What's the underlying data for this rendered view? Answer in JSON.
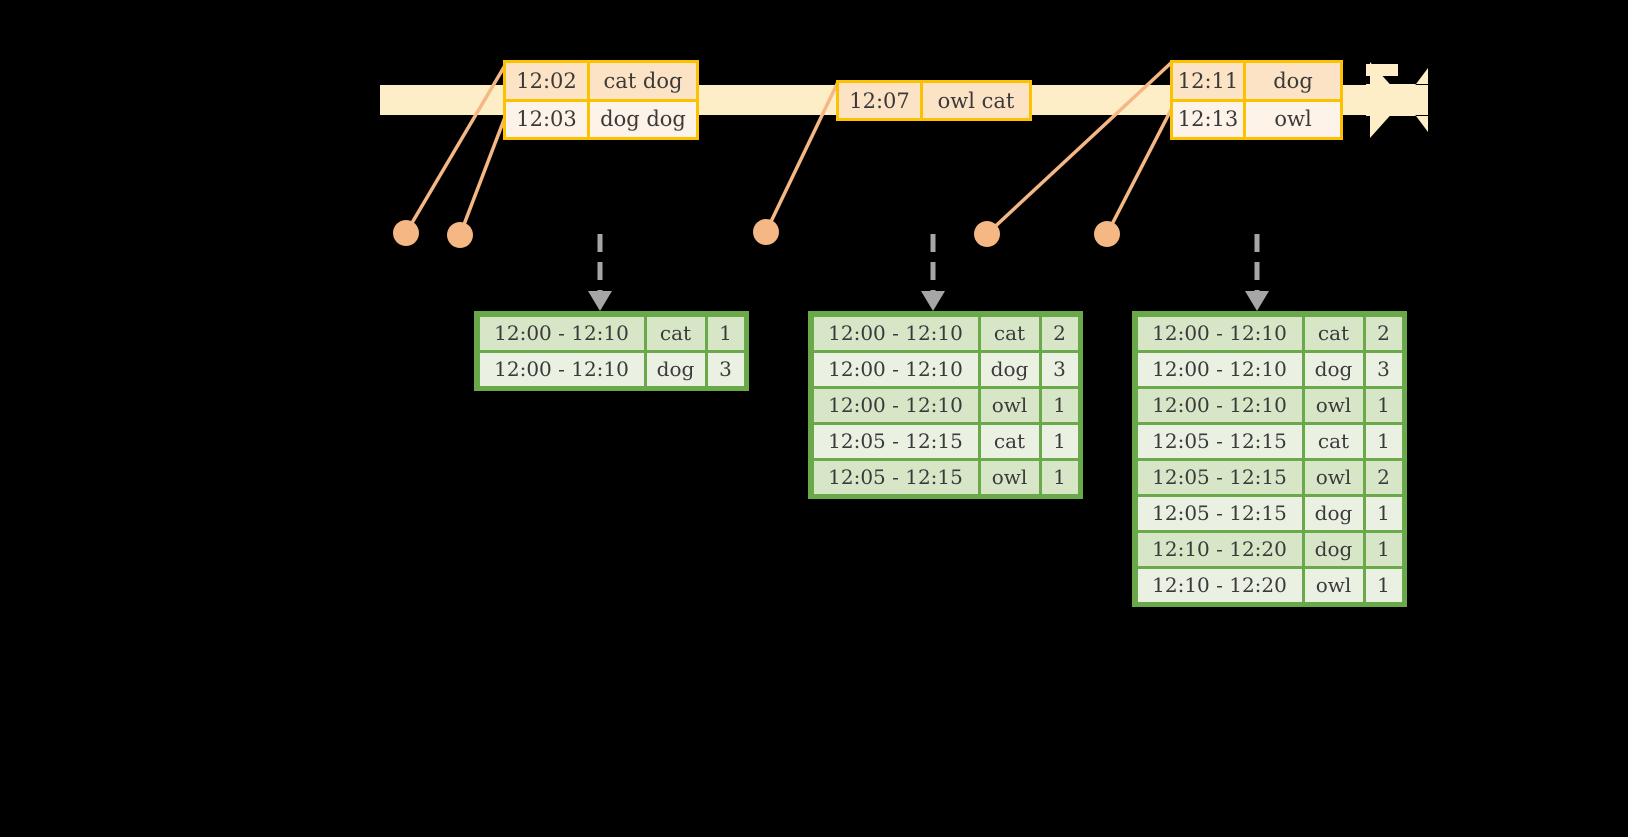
{
  "diagram": {
    "title_semantic": "sliding-window-word-count-timeline",
    "colors": {
      "background": "#000000",
      "timeline_fill": "#fdeec8",
      "timeline_border": "#fcc200",
      "event_shade_a": "#fde3c5",
      "event_shade_b": "#fdf3e8",
      "connector": "#f5b783",
      "table_border": "#6aa94a",
      "table_shade_a": "#d8e6c8",
      "table_shade_b": "#eaf1e3",
      "arrow_gray": "#a6a6a6"
    }
  },
  "timeline": {
    "events": [
      {
        "id": "event-group-1",
        "rows": [
          {
            "time": "12:02",
            "words": "cat dog"
          },
          {
            "time": "12:03",
            "words": "dog dog"
          }
        ]
      },
      {
        "id": "event-group-2",
        "rows": [
          {
            "time": "12:07",
            "words": "owl cat"
          }
        ]
      },
      {
        "id": "event-group-3",
        "rows": [
          {
            "time": "12:11",
            "words": "dog"
          },
          {
            "time": "12:13",
            "words": "owl"
          }
        ]
      }
    ]
  },
  "result_tables": [
    {
      "id": "result-table-1",
      "rows": [
        {
          "window": "12:00 - 12:10",
          "word": "cat",
          "count": "1"
        },
        {
          "window": "12:00 - 12:10",
          "word": "dog",
          "count": "3"
        }
      ]
    },
    {
      "id": "result-table-2",
      "rows": [
        {
          "window": "12:00 - 12:10",
          "word": "cat",
          "count": "2"
        },
        {
          "window": "12:00 - 12:10",
          "word": "dog",
          "count": "3"
        },
        {
          "window": "12:00 - 12:10",
          "word": "owl",
          "count": "1"
        },
        {
          "window": "12:05 - 12:15",
          "word": "cat",
          "count": "1"
        },
        {
          "window": "12:05 - 12:15",
          "word": "owl",
          "count": "1"
        }
      ]
    },
    {
      "id": "result-table-3",
      "rows": [
        {
          "window": "12:00 - 12:10",
          "word": "cat",
          "count": "2"
        },
        {
          "window": "12:00 - 12:10",
          "word": "dog",
          "count": "3"
        },
        {
          "window": "12:00 - 12:10",
          "word": "owl",
          "count": "1"
        },
        {
          "window": "12:05 - 12:15",
          "word": "cat",
          "count": "1"
        },
        {
          "window": "12:05 - 12:15",
          "word": "owl",
          "count": "2"
        },
        {
          "window": "12:05 - 12:15",
          "word": "dog",
          "count": "1"
        },
        {
          "window": "12:10 - 12:20",
          "word": "dog",
          "count": "1"
        },
        {
          "window": "12:10 - 12:20",
          "word": "owl",
          "count": "1"
        }
      ]
    }
  ]
}
